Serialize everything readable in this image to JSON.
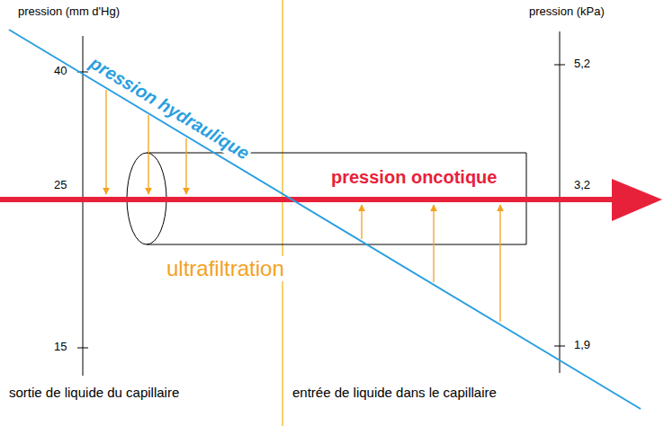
{
  "diagram": {
    "labels": [
      "pression (mm d'Hg)",
      "pression (kPa)",
      "40",
      "25",
      "15",
      "5,2",
      "3,2",
      "1,9",
      "pression hydraulique",
      "pression oncotique",
      "ultrafiltration",
      "sortie de liquide du capillaire",
      "entrée de liquide dans le capillaire"
    ]
  }
}
